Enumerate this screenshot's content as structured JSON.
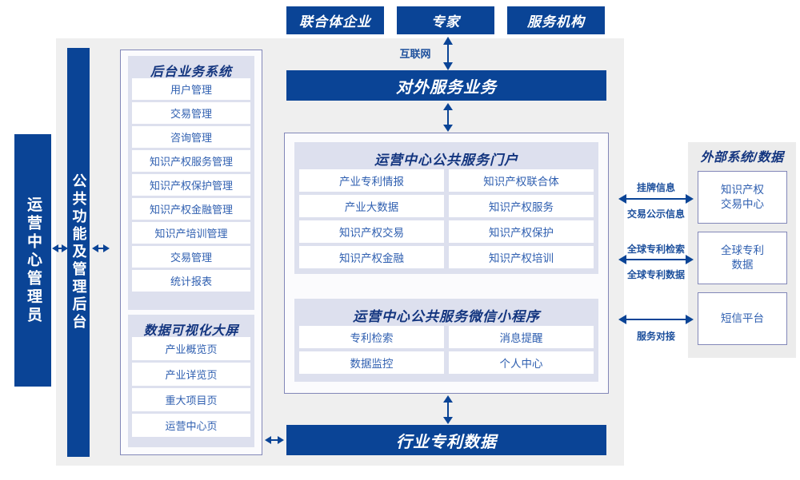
{
  "colors": {
    "brand_blue": "#0a4496",
    "panel_lavender": "#dde0ee",
    "frame_gray": "#efefef",
    "ext_gray": "#ececec",
    "cell_text": "#2f5fb0",
    "title_text": "#13357f",
    "border_purple": "#8287b8"
  },
  "top_actors": [
    {
      "label": "联合体企业"
    },
    {
      "label": "专家"
    },
    {
      "label": "服务机构"
    }
  ],
  "internet_label": "互联网",
  "external_service_bar": {
    "label": "对外服务业务"
  },
  "industry_data_bar": {
    "label": "行业专利数据"
  },
  "left_actor": {
    "label": "运营中心管理员"
  },
  "common_backend_bar": {
    "label": "公共功能及管理后台"
  },
  "backend_system": {
    "title": "后台业务系统",
    "items": [
      {
        "label": "用户管理"
      },
      {
        "label": "交易管理"
      },
      {
        "label": "咨询管理"
      },
      {
        "label": "知识产权服务管理"
      },
      {
        "label": "知识产权保护管理"
      },
      {
        "label": "知识产权金融管理"
      },
      {
        "label": "知识产培训管理"
      },
      {
        "label": "交易管理"
      },
      {
        "label": "统计报表"
      }
    ]
  },
  "data_visualization": {
    "title": "数据可视化大屏",
    "items": [
      {
        "label": "产业概览页"
      },
      {
        "label": "产业详览页"
      },
      {
        "label": "重大项目页"
      },
      {
        "label": "运营中心页"
      }
    ]
  },
  "portal": {
    "title": "运营中心公共服务门户",
    "items": [
      {
        "label": "产业专利情报"
      },
      {
        "label": "知识产权联合体"
      },
      {
        "label": "产业大数据"
      },
      {
        "label": "知识产权服务"
      },
      {
        "label": "知识产权交易"
      },
      {
        "label": "知识产权保护"
      },
      {
        "label": "知识产权金融"
      },
      {
        "label": "知识产权培训"
      }
    ]
  },
  "miniprogram": {
    "title": "运营中心公共服务微信小程序",
    "items": [
      {
        "label": "专利检索"
      },
      {
        "label": "消息提醒"
      },
      {
        "label": "数据监控"
      },
      {
        "label": "个人中心"
      }
    ]
  },
  "external": {
    "title": "外部系统/数据",
    "boxes": [
      {
        "label": "知识产权\n交易中心"
      },
      {
        "label": "全球专利\n数据"
      },
      {
        "label": "短信平台"
      }
    ],
    "connectors": [
      {
        "above": "挂牌信息",
        "below": "交易公示信息"
      },
      {
        "above": "全球专利检索",
        "below": "全球专利数据"
      },
      {
        "above": "",
        "below": "服务对接"
      }
    ]
  }
}
